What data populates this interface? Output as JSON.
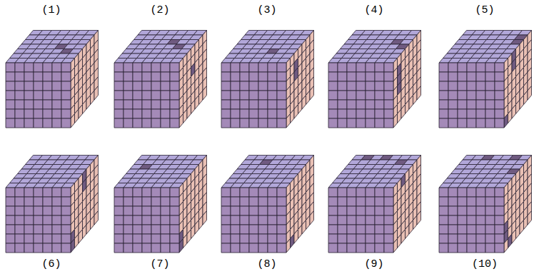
{
  "diagram": {
    "labels": [
      "(1)",
      "(2)",
      "(3)",
      "(4)",
      "(5)",
      "(6)",
      "(7)",
      "(8)",
      "(9)",
      "(10)"
    ]
  }
}
